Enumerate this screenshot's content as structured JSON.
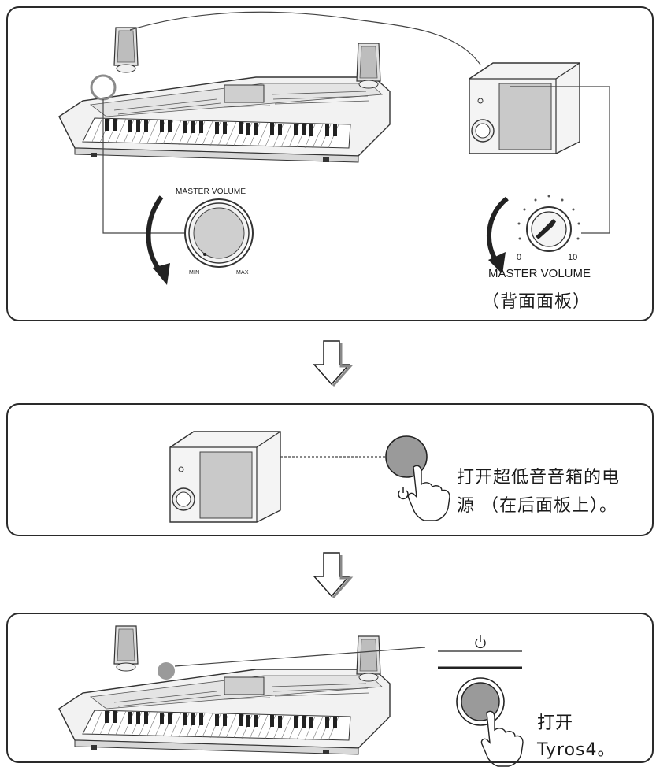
{
  "step1": {
    "keyboard_master_volume": "MASTER VOLUME",
    "keyboard_min": "MIN",
    "keyboard_max": "MAX",
    "sub_dial_min": "0",
    "sub_dial_max": "10",
    "sub_master_volume": "MASTER VOLUME",
    "rear_panel_note": "（背面面板）"
  },
  "step2": {
    "instruction_line1": "打开超低音音箱的电",
    "instruction_line2": "源 （在后面板上）。"
  },
  "step3": {
    "instruction_line1": "打开",
    "instruction_line2": "Tyros4。"
  },
  "colors": {
    "outline": "#2a2a2a",
    "panel_fill": "#e8e8e8",
    "grey_fill": "#9a9a9a"
  },
  "icons": [
    "power-icon",
    "down-arrow-icon",
    "finger-press-icon",
    "rotation-arrow-icon"
  ]
}
